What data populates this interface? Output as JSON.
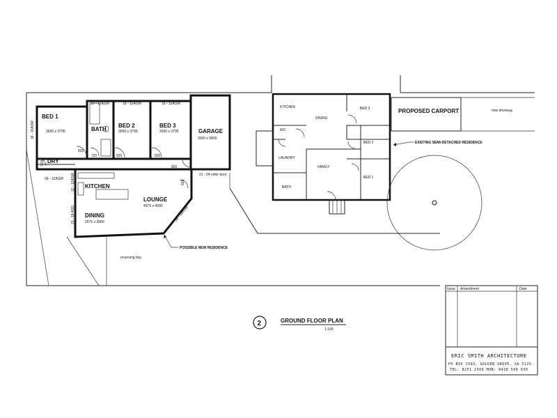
{
  "title": "GROUND FLOOR PLAN",
  "scale": "1:100",
  "drawing_number": "2",
  "new_residence": {
    "rooms": {
      "bed1": {
        "name": "BED 1",
        "size": "3650 x 3795"
      },
      "bed2": {
        "name": "BED 2",
        "size": "3000 x 3795"
      },
      "bed3": {
        "name": "BED 3",
        "size": "3000 x 3795"
      },
      "garage": {
        "name": "GARAGE",
        "size": "3000 x 5800"
      },
      "bath": {
        "name": "BATH"
      },
      "dry": {
        "name": "DRY"
      },
      "kitchen": {
        "name": "KITCHEN"
      },
      "lounge": {
        "name": "LOUNGE",
        "size": "4975 x 4990"
      },
      "dining": {
        "name": "DINING",
        "size": "2575 x 3900"
      }
    },
    "dims": {
      "bed1_side": "18 - 15ASW",
      "bath_top": "12 - 12ASW",
      "bed2_top": "18 - 15ASW",
      "bed3_top": "18 - 15ASW",
      "dry_bottom": "09 - 12ASW",
      "door_bed1": "820",
      "door_bath": "720",
      "door_bed2": "820",
      "door_bed3": "820",
      "door_garage": "820",
      "door_lounge": "820",
      "door_dry": "820",
      "roller_door": "21 - 24 roller door",
      "kitchen_side": "12 - 12ASW",
      "dining_side": "21 - 18 ASD",
      "lounge_diag": "18 - 18ASW"
    },
    "label": "POSSIBLE NEW RESIDENCE",
    "reversing_bay": "reversing bay"
  },
  "existing_residence": {
    "rooms": {
      "kitchen": "KITCHEN",
      "dining": "DINING",
      "bed3": "BED 3",
      "bed2": "BED 2",
      "bed1": "BED 1",
      "wc": "WC",
      "laundry": "LAUNDRY",
      "family": "FAMILY",
      "bath": "BATH"
    },
    "label": "EXISTING SEMI-DETACHED RESIDENCE"
  },
  "carport": "PROPOSED CARPORT",
  "driveway": "new driveway",
  "title_block": {
    "col_issue": "Issue",
    "col_amendment": "Amendment",
    "col_date": "Date",
    "firm": "ERIC SMITH ARCHITECTURE",
    "address": "PO BOX 1593, GOLDEN GROVE, SA 5125",
    "phone": "TEL: 8251 1500  MOB: 0438 500 030"
  }
}
